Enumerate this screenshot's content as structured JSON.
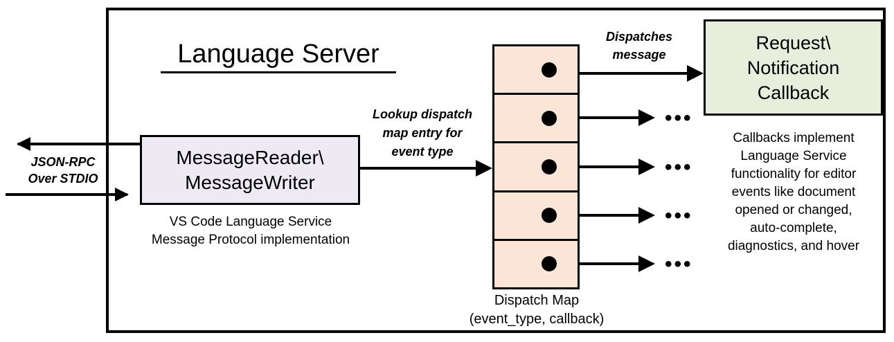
{
  "diagram": {
    "container_label": "Language Server",
    "title": "Language Server"
  },
  "left": {
    "protocol_label": "JSON-RPC\nOver STDIO",
    "protocol_label_line1": "JSON-RPC",
    "protocol_label_line2": "Over STDIO",
    "outbound_arrow_name": "json-rpc-out-arrow",
    "inbound_arrow_name": "json-rpc-in-arrow"
  },
  "message_io": {
    "box_line1": "MessageReader\\",
    "box_line2": "MessageWriter",
    "caption_line1": "VS Code Language Service",
    "caption_line2": "Message Protocol implementation",
    "fill_color": "#EDEAF3",
    "border_color": "#000000"
  },
  "lookup": {
    "label_line1": "Lookup dispatch",
    "label_line2": "map entry for",
    "label_line3": "event type"
  },
  "dispatch_map": {
    "caption_line1": "Dispatch Map",
    "caption_line2": "(event_type, callback)",
    "fill_color": "#FBE5D6",
    "border_color": "#000000",
    "cell_count": 5,
    "cells": [
      {
        "index": 1,
        "dot": "callback-dot"
      },
      {
        "index": 2,
        "dot": "callback-dot"
      },
      {
        "index": 3,
        "dot": "callback-dot"
      },
      {
        "index": 4,
        "dot": "callback-dot"
      },
      {
        "index": 5,
        "dot": "callback-dot"
      }
    ]
  },
  "dispatch": {
    "label_line1": "Dispatches",
    "label_line2": "message"
  },
  "callback": {
    "box_line1": "Request\\",
    "box_line2": "Notification",
    "box_line3": "Callback",
    "fill_color": "#E8EEDC",
    "border_color": "#000000",
    "caption_line1": "Callbacks implement",
    "caption_line2": "Language Service",
    "caption_line3": "functionality for editor",
    "caption_line4": "events like document",
    "caption_line5": "opened or changed,",
    "caption_line6": "auto-complete,",
    "caption_line7": "diagnostics, and hover"
  },
  "ellipsis": {
    "glyph": "•••",
    "count": 4
  }
}
